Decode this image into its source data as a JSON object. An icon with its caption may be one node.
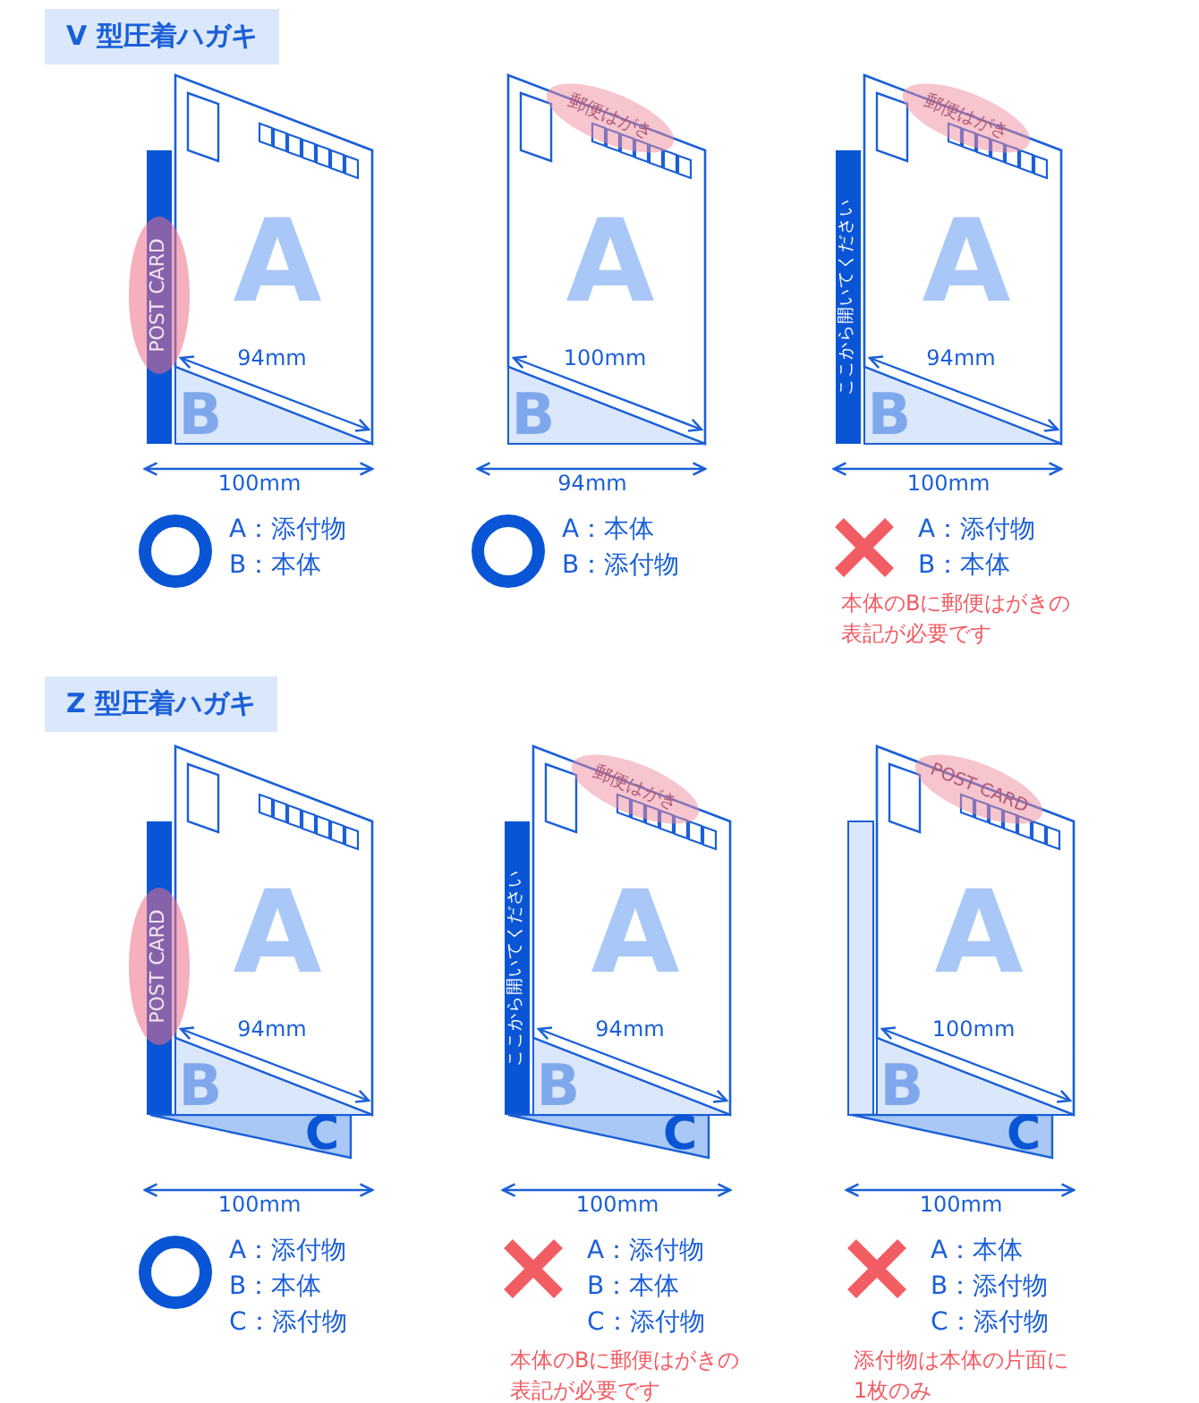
{
  "diagram": {
    "labels": [
      "V 型圧着ハガキ",
      "A",
      "B",
      "POST CARD",
      "94mm",
      "100mm",
      "A：添付物",
      "B：本体",
      "A",
      "B",
      "郵便はがき",
      "100mm",
      "94mm",
      "A：本体",
      "B：添付物",
      "A",
      "B",
      "郵便はがき",
      "ここから開いてください",
      "94mm",
      "100mm",
      "A：添付物",
      "B：本体",
      "本体のBに郵便はがきの表記が必要です",
      "Z 型圧着ハガキ",
      "A",
      "B",
      "C",
      "POST CARD",
      "94mm",
      "100mm",
      "A：添付物",
      "B：本体",
      "C：添付物",
      "A",
      "B",
      "C",
      "郵便はがき",
      "ここから開いてください",
      "94mm",
      "100mm",
      "A：添付物",
      "B：本体",
      "C：添付物",
      "本体のBに郵便はがきの表記が必要です",
      "A",
      "B",
      "C",
      "POST CARD",
      "100mm",
      "100mm",
      "A：本体",
      "B：添付物",
      "C：添付物",
      "添付物は本体の片面に1枚のみ"
    ]
  }
}
